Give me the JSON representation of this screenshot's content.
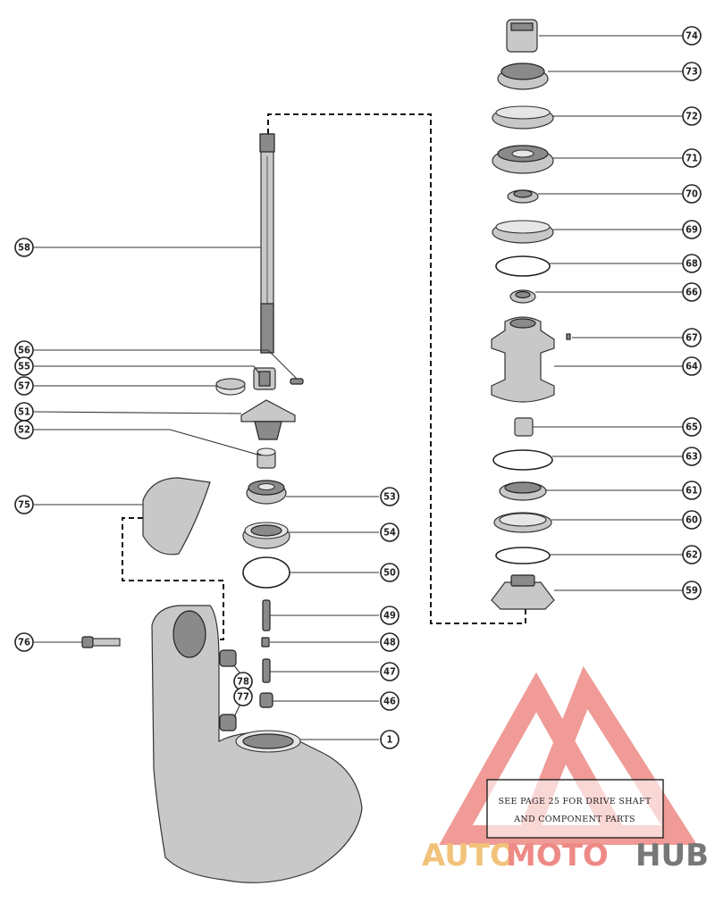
{
  "note": {
    "line1": "SEE PAGE 25 FOR DRIVE SHAFT",
    "line2": "AND COMPONENT PARTS"
  },
  "watermark": {
    "part1": "AUTO",
    "part2": "MOTO",
    "part3": "HUB",
    "colors": {
      "auto": "#f2c27a",
      "moto": "#ee8a85",
      "hub": "#777777",
      "logo": "#ee8a85"
    }
  },
  "callouts": {
    "c74": "74",
    "c73": "73",
    "c72": "72",
    "c71": "71",
    "c70": "70",
    "c69": "69",
    "c68": "68",
    "c66": "66",
    "c67": "67",
    "c64": "64",
    "c65": "65",
    "c63": "63",
    "c61": "61",
    "c60": "60",
    "c62": "62",
    "c59": "59",
    "c58": "58",
    "c56": "56",
    "c55": "55",
    "c57": "57",
    "c51": "51",
    "c52": "52",
    "c75": "75",
    "c53": "53",
    "c54": "54",
    "c50": "50",
    "c49": "49",
    "c48": "48",
    "c47": "47",
    "c46": "46",
    "c1": "1",
    "c76": "76",
    "c78": "78",
    "c77": "77"
  }
}
